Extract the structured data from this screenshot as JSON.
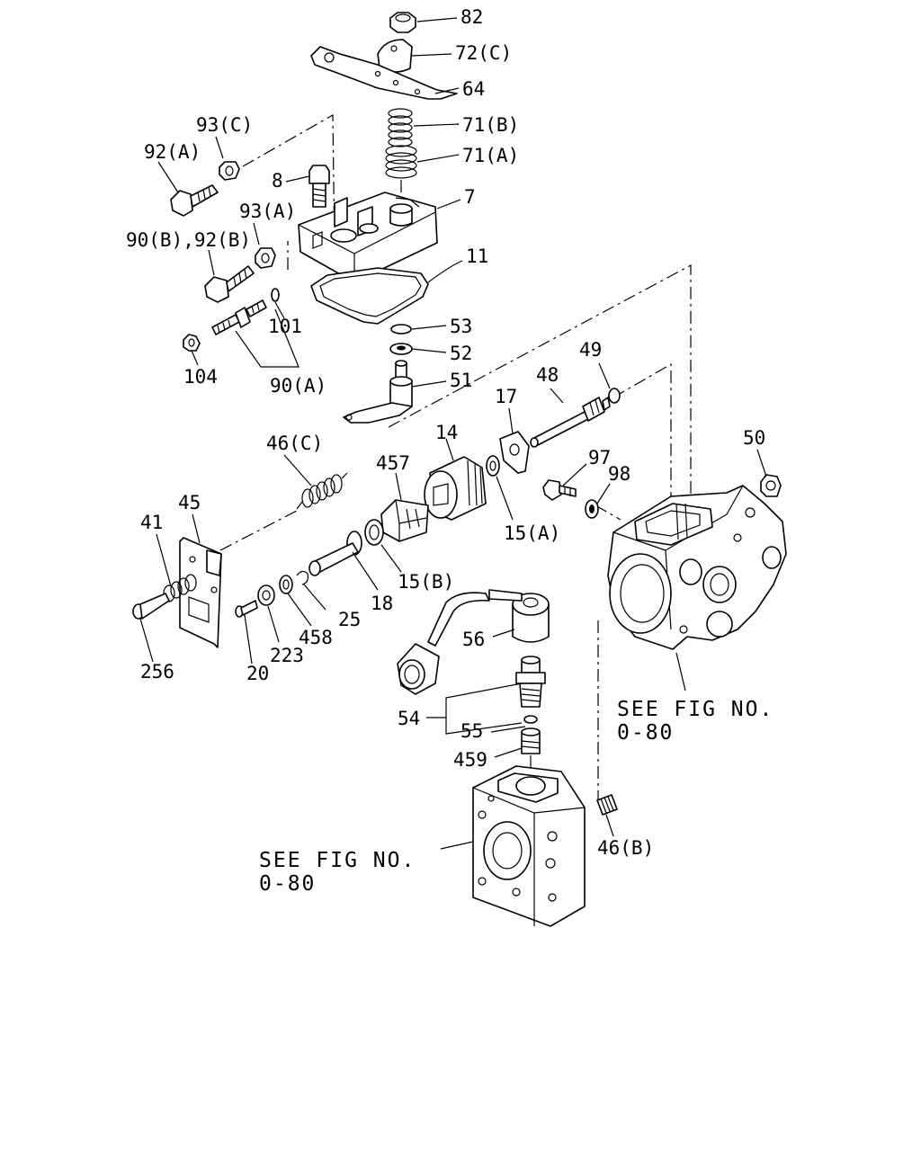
{
  "labels": {
    "p82": "82",
    "p72c": "72(C)",
    "p64": "64",
    "p71b": "71(B)",
    "p71a": "71(A)",
    "p93c": "93(C)",
    "p92a": "92(A)",
    "p8": "8",
    "p7": "7",
    "p93a": "93(A)",
    "p90b92b": "90(B),92(B)",
    "p11": "11",
    "p101": "101",
    "p53": "53",
    "p52": "52",
    "p104": "104",
    "p90a": "90(A)",
    "p51": "51",
    "p49": "49",
    "p48": "48",
    "p17": "17",
    "p46c": "46(C)",
    "p14": "14",
    "p457": "457",
    "p97": "97",
    "p98": "98",
    "p50": "50",
    "p45": "45",
    "p41": "41",
    "p15a": "15(A)",
    "p15b": "15(B)",
    "p18": "18",
    "p25": "25",
    "p458": "458",
    "p223": "223",
    "p20": "20",
    "p256": "256",
    "p56": "56",
    "p54": "54",
    "p55": "55",
    "p459": "459",
    "p46b": "46(B)"
  },
  "references": {
    "right_line1": "SEE FIG NO.",
    "right_line2": "0-80",
    "left_line1": "SEE FIG NO.",
    "left_line2": "0-80"
  }
}
